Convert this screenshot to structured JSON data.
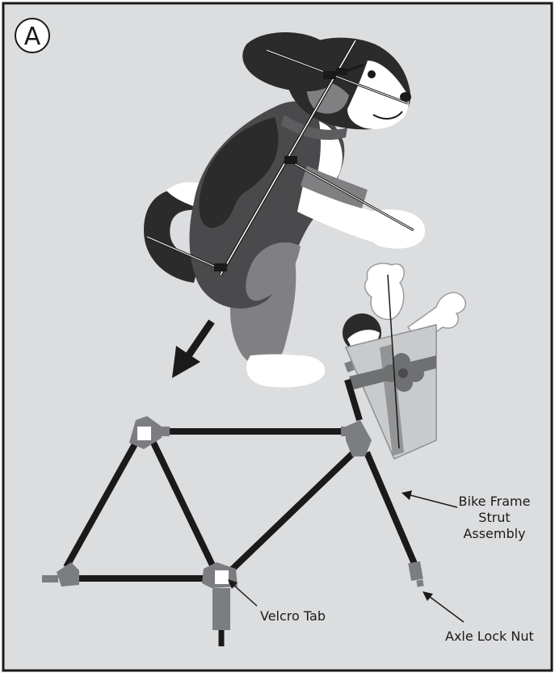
{
  "panel": {
    "letter": "A",
    "background": "#dcdddf",
    "border": "#1a1a1a"
  },
  "labels": {
    "bike_frame": [
      "Bike Frame",
      "Strut",
      "Assembly"
    ],
    "velcro_tab": "Velcro Tab",
    "axle_lock_nut": "Axle Lock Nut"
  },
  "colors": {
    "strut": "#1a1a1a",
    "connector": "#7c7d80",
    "dog_black": "#2b2b2b",
    "dog_dark_gray": "#4a4a4c",
    "dog_mid_gray": "#808083",
    "dog_white": "#ffffff",
    "basket": "#c9cacc",
    "bow": "#6f7072"
  }
}
